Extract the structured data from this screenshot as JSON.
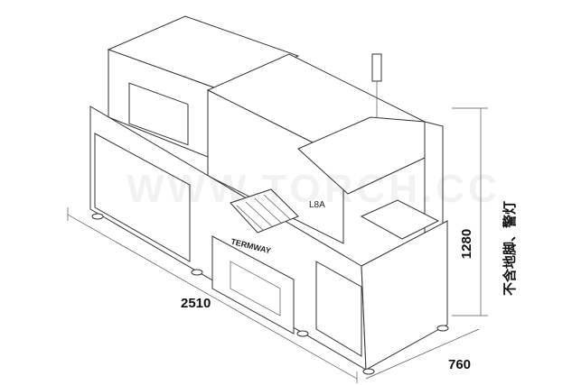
{
  "dimensions": {
    "length": "2510",
    "depth": "760",
    "height": "1280"
  },
  "note": "不含地脚、警灯",
  "brand_label": "TERMWAY",
  "model_label": "L8A",
  "watermark": "WWW.TORCH.CC"
}
